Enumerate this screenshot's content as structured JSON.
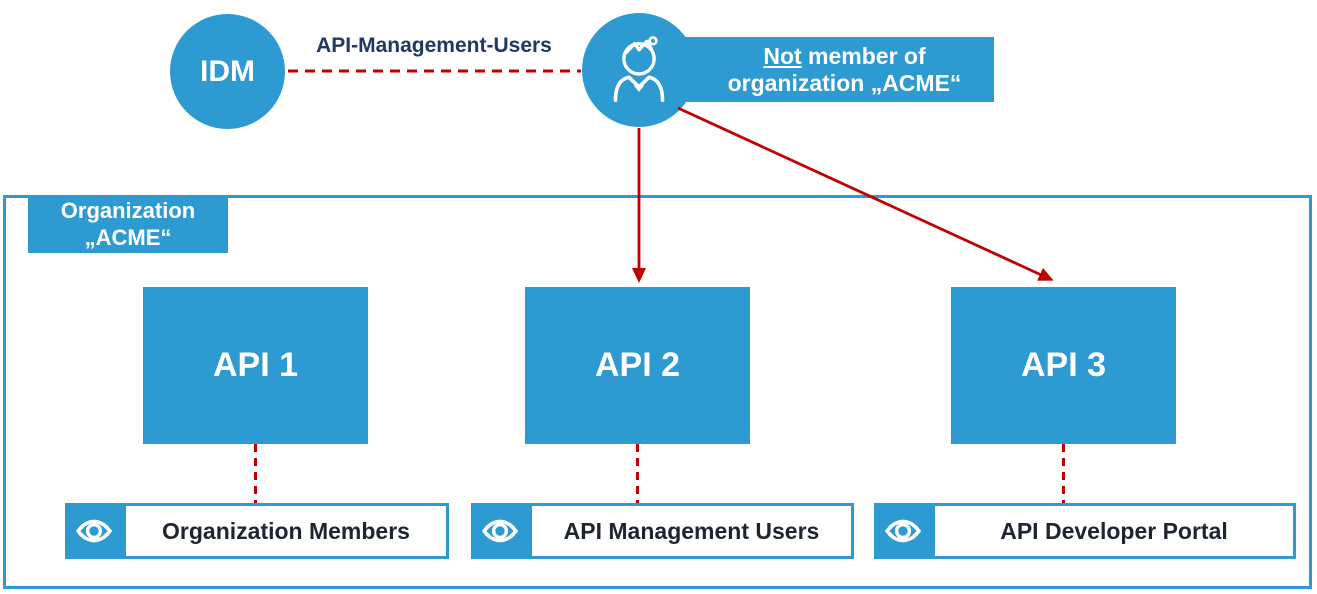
{
  "palette": {
    "blue": "#2E9AD2",
    "red": "#C00000",
    "navy_label_text": "#1F3864",
    "dark_text": "#1E2430"
  },
  "idm": {
    "label": "IDM"
  },
  "idm_user_connector": {
    "label": "API-Management-Users"
  },
  "user": {
    "icon": "person-icon",
    "banner": {
      "underlined_word": "Not",
      "line1_rest": " member of",
      "line2": "organization „ACME“"
    }
  },
  "organization": {
    "label_line1": "Organization",
    "label_line2": "„ACME“",
    "apis": [
      {
        "name": "API 1",
        "portal_label": "Organization Members",
        "icon": "eye-icon"
      },
      {
        "name": "API 2",
        "portal_label": "API Management Users",
        "icon": "eye-icon"
      },
      {
        "name": "API 3",
        "portal_label": "API Developer Portal",
        "icon": "eye-icon"
      }
    ]
  }
}
